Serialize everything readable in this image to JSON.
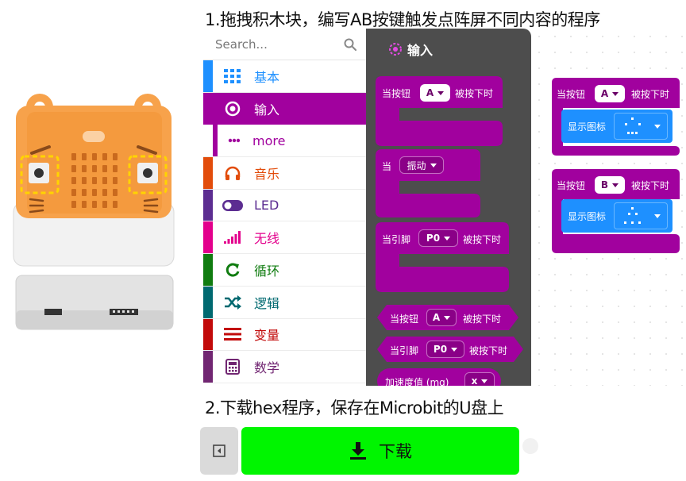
{
  "instructions": {
    "step1": "1.拖拽积木块，编写AB按键触发点阵屏不同内容的程序",
    "step2": "2.下载hex程序，保存在Microbit的U盘上"
  },
  "toolbox": {
    "search_placeholder": "Search...",
    "categories": [
      {
        "label": "基本",
        "color": "#1e90ff",
        "icon": "grid-icon"
      },
      {
        "label": "输入",
        "color": "#a1019e",
        "icon": "target-icon",
        "selected": true
      },
      {
        "label": "more",
        "color": "#a1019e",
        "icon": "dots-icon"
      },
      {
        "label": "音乐",
        "color": "#e24c0b",
        "icon": "headphones-icon"
      },
      {
        "label": "LED",
        "color": "#5c2d91",
        "icon": "toggle-icon"
      },
      {
        "label": "无线",
        "color": "#e3008c",
        "icon": "signal-icon"
      },
      {
        "label": "循环",
        "color": "#107c10",
        "icon": "loop-icon"
      },
      {
        "label": "逻辑",
        "color": "#006970",
        "icon": "shuffle-icon"
      },
      {
        "label": "变量",
        "color": "#c20a0a",
        "icon": "list-icon"
      },
      {
        "label": "数学",
        "color": "#712672",
        "icon": "calculator-icon"
      }
    ]
  },
  "flyout": {
    "title": "输入",
    "blocks": [
      {
        "prefix": "当按钮",
        "value": "A",
        "suffix": "被按下时"
      },
      {
        "prefix": "当",
        "value": "振动",
        "suffix": ""
      },
      {
        "prefix": "当引脚",
        "value": "P0",
        "suffix": "被按下时"
      },
      {
        "prefix": "当按钮",
        "value": "A",
        "suffix": "被按下时"
      },
      {
        "prefix": "当引脚",
        "value": "P0",
        "suffix": "被按下时"
      },
      {
        "prefix": "加速度值 (mg)",
        "value": "x",
        "suffix": ""
      }
    ]
  },
  "workspace": {
    "blocks": [
      {
        "prefix": "当按钮",
        "value": "A",
        "suffix": "被按下时",
        "inner": "显示图标"
      },
      {
        "prefix": "当按钮",
        "value": "B",
        "suffix": "被按下时",
        "inner": "显示图标"
      }
    ]
  },
  "download": {
    "label": "下载"
  },
  "colors": {
    "input": "#a1019e",
    "basic": "#1e90ff",
    "download": "#00f500",
    "flyout_bg": "#4d4d4d"
  }
}
